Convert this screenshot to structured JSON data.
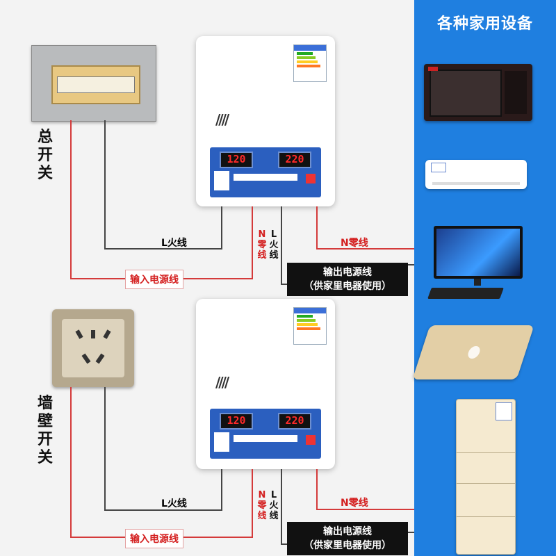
{
  "panel": {
    "title": "各种家用设备",
    "color": "#1f7fe0"
  },
  "left_sources": [
    {
      "name": "main-switch",
      "label": "总开关"
    },
    {
      "name": "wall-socket",
      "label": "墙壁开关"
    }
  ],
  "wire_labels": {
    "live": "L火线",
    "neutral_vertical": "N零线",
    "live_vertical": "L火线",
    "neutral_out": "N零线",
    "input_power": "输入电源线",
    "output_line1": "输出电源线",
    "output_line2": "（供家里电器使用）"
  },
  "regulator": {
    "input_display": "120",
    "output_display": "220",
    "vent": "////"
  },
  "devices": [
    "microwave-icon",
    "air-conditioner-icon",
    "monitor-icon",
    "laptop-icon",
    "refrigerator-icon"
  ]
}
